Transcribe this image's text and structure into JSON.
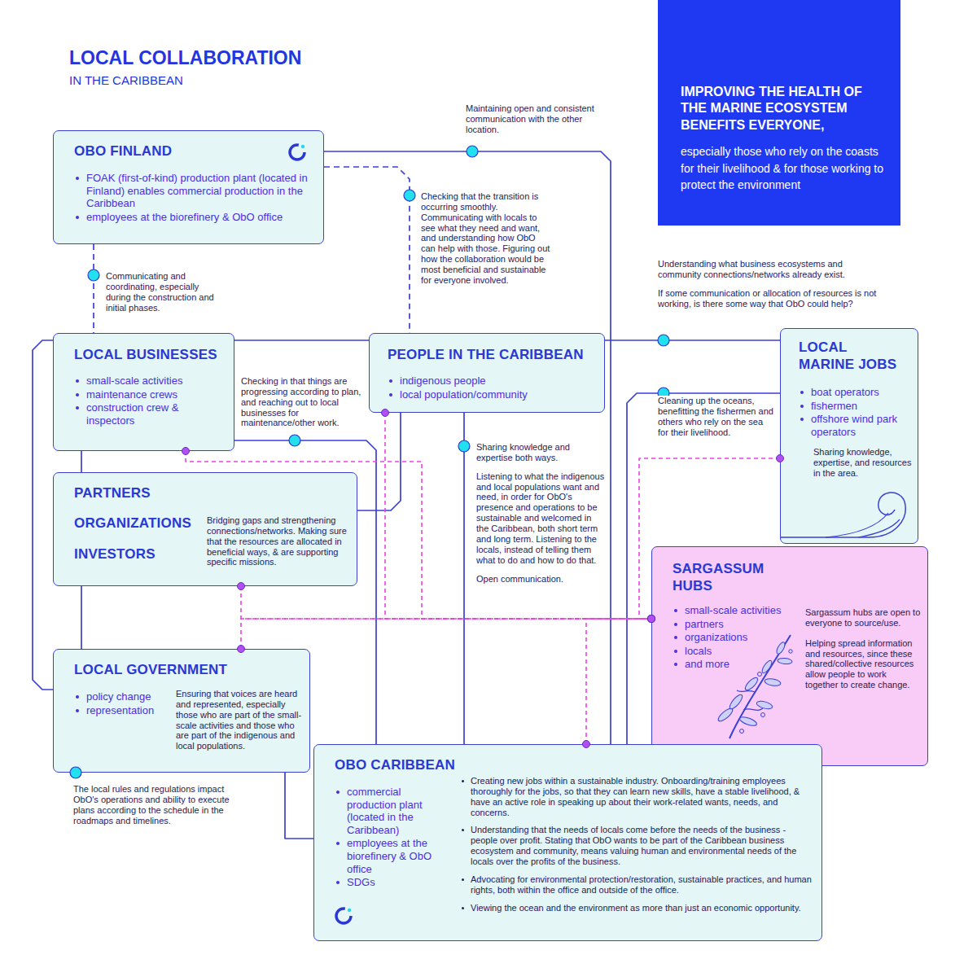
{
  "diagram": {
    "title": "LOCAL COLLABORATION",
    "nodes": [
      {
        "text": [
          "OBO FINLAND",
          "FOAK (first-of-kind) production plant (located in Finland) enables commercial production in the Caribbean",
          "employees at the biorefinery & ObO office"
        ]
      },
      {
        "text": [
          "IMPROVING THE HEALTH OF THE MARINE ECOSYSTEM BENEFITS EVERYONE,",
          "especially those who rely on the coasts for their livelihood & for those working to protect the environment"
        ]
      },
      {
        "text": [
          "LOCAL BUSINESSES",
          "small-scale activities",
          "maintenance crews",
          "construction crew & inspectors"
        ]
      },
      {
        "text": [
          "PEOPLE IN THE CARIBBEAN",
          "indigenous people",
          "local population/community"
        ]
      },
      {
        "text": [
          "LOCAL MARINE JOBS",
          "boat operators",
          "fishermen",
          "offshore wind park operators",
          "Sharing knowledge, expertise, and resources in the area."
        ]
      },
      {
        "text": [
          "PARTNERS",
          "ORGANIZATIONS",
          "INVESTORS",
          "Bridging gaps and strengthening connections/networks. Making sure that the resources are allocated in beneficial ways, & are supporting specific missions."
        ]
      },
      {
        "text": [
          "SARGASSUM HUBS",
          "small-scale activities",
          "partners",
          "organizations",
          "locals",
          "and more",
          "Sargassum hubs are open to everyone to source/use.",
          "Helping spread information and resources, since these shared/collective resources allow people to work together to create change."
        ]
      },
      {
        "text": [
          "LOCAL GOVERNMENT",
          "policy change",
          "representation",
          "Ensuring that voices are heard and represented, especially those who are part of the small-scale activities and those who are part of the indigenous and local populations."
        ]
      },
      {
        "text": [
          "OBO CARIBBEAN",
          "commercial production plant (located in the Caribbean)",
          "employees at the biorefinery & ObO office",
          "SDGs",
          "Creating new jobs within a sustainable industry. Onboarding/training employees thoroughly for the jobs, so that they can learn new skills, have a stable livelihood, & have an active role in speaking up about their work-related wants, needs, and concerns.",
          "Understanding that the needs of locals come before the needs of the business - people over profit. Stating that ObO wants to be part of the Caribbean business ecosystem and community, means valuing human and environmental needs of the locals over the profits of the business.",
          "Advocating for environmental protection/restoration, sustainable practices, and human rights, both within the office and outside of the office.",
          "Viewing the ocean and the environment as more than just an economic opportunity."
        ]
      }
    ],
    "edges": [
      {
        "from": 0,
        "to": 8,
        "arrow": "none",
        "label": "Maintaining open and consistent communication with the other location."
      },
      {
        "from": 0,
        "to": 2,
        "arrow": "none",
        "label": "Communicating and coordinating, especially during the construction and initial phases."
      },
      {
        "from": 0,
        "to": 3,
        "arrow": "none",
        "label": "Checking that the transition is occurring smoothly. Communicating with locals to see what they need and want, and understanding how ObO can help with those. Figuring out how the collaboration would be most beneficial and sustainable for everyone involved."
      },
      {
        "from": 3,
        "to": 4,
        "arrow": "none",
        "label": "Understanding what business ecosystems and community connections/networks already exist."
      },
      {
        "from": 2,
        "to": 3,
        "arrow": "none"
      },
      {
        "from": 2,
        "to": 8,
        "arrow": "none",
        "label": "Checking in that things are progressing according to plan, and reaching out to local businesses for maintenance/other work."
      },
      {
        "from": 3,
        "to": 5,
        "arrow": "none"
      },
      {
        "from": 3,
        "to": 8,
        "arrow": "none",
        "label": "Sharing knowledge and expertise both ways."
      },
      {
        "from": 4,
        "to": 8,
        "arrow": "none",
        "label": "Cleaning up the oceans, benefitting the fishermen and others who rely on the sea for their livelihood."
      },
      {
        "from": 2,
        "to": 5,
        "arrow": "none"
      },
      {
        "from": 5,
        "to": 7,
        "arrow": "none"
      },
      {
        "from": 2,
        "to": 7,
        "arrow": "none"
      },
      {
        "from": 7,
        "to": 8,
        "arrow": "none",
        "label": "The local rules and regulations impact ObO's operations and ability to execute plans according to the schedule in the roadmaps and timelines."
      },
      {
        "from": 2,
        "to": 6,
        "arrow": "none"
      },
      {
        "from": 3,
        "to": 6,
        "arrow": "none"
      },
      {
        "from": 5,
        "to": 6,
        "arrow": "none"
      },
      {
        "from": 7,
        "to": 6,
        "arrow": "none"
      },
      {
        "from": 8,
        "to": 6,
        "arrow": "none"
      },
      {
        "from": 4,
        "to": 6,
        "arrow": "none"
      }
    ],
    "labels": [
      "IN THE CARIBBEAN",
      "If some communication or allocation of resources is not working, is there some way that ObO could help?",
      "Listening to what the indigenous and local populations want and need, in order for ObO's presence and operations to be sustainable and welcomed in the Caribbean, both short term and long term. Listening to the locals, instead of telling them what to do and how to do that.",
      "Open communication."
    ]
  }
}
